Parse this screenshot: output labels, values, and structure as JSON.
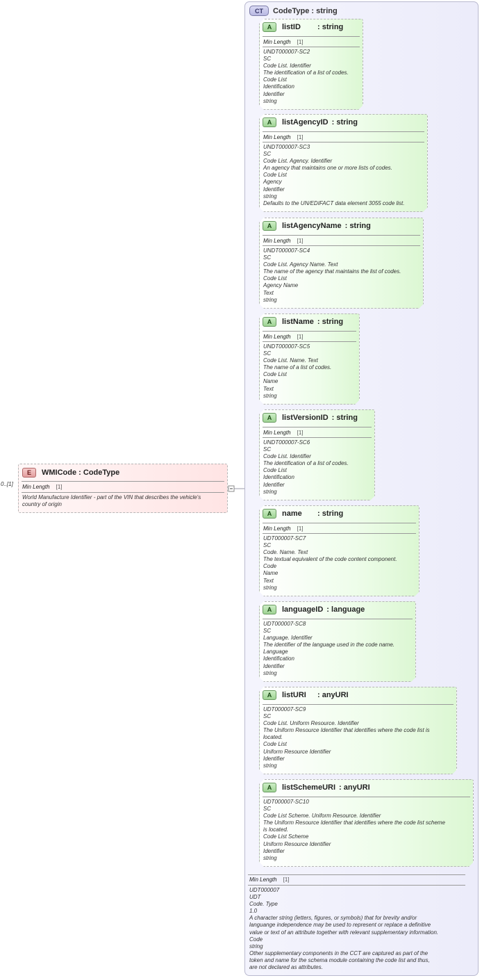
{
  "complex_type": {
    "badge": "CT",
    "title": "CodeType : string",
    "facet_label": "Min Length",
    "facet_value": "[1]",
    "documentation": [
      "UDT000007",
      "UDT",
      "Code. Type",
      "1.0",
      "A character string (letters, figures, or symbols) that for brevity and/or",
      "languange independence may be used to represent or replace a definitive",
      "value or text of an attribute together with relevant supplementary information.",
      "Code",
      "string",
      "Other supplementary components in the CCT are captured as part of the",
      "token and name for the schema module containing the code list and thus,",
      "are not declared as attributes."
    ]
  },
  "element": {
    "badge": "E",
    "title": "WMICode : CodeType",
    "occurrence": "0..[1]",
    "facet_label": "Min Length",
    "facet_value": "[1]",
    "documentation": [
      "World Manufacture Identifier - part of the VIN that describes the vehicle's",
      "country of origin"
    ]
  },
  "attributes": [
    {
      "badge": "A",
      "name": "listID",
      "type": ": string",
      "facet_label": "Min Length",
      "facet_value": "[1]",
      "documentation": [
        "UNDT000007-SC2",
        "SC",
        "Code List. Identifier",
        "The identification of a list of codes.",
        "Code List",
        "Identification",
        "Identifier",
        "string"
      ]
    },
    {
      "badge": "A",
      "name": "listAgencyID",
      "type": ": string",
      "facet_label": "Min Length",
      "facet_value": "[1]",
      "documentation": [
        "UNDT000007-SC3",
        "SC",
        "Code List. Agency. Identifier",
        "An agency that maintains one or more lists of codes.",
        "Code List",
        "Agency",
        "Identifier",
        "string",
        "Defaults to the UN/EDIFACT data element 3055 code list."
      ]
    },
    {
      "badge": "A",
      "name": "listAgencyName",
      "type": ": string",
      "facet_label": "Min Length",
      "facet_value": "[1]",
      "documentation": [
        "UNDT000007-SC4",
        "SC",
        "Code List. Agency Name. Text",
        "The name of the agency that maintains the list of codes.",
        "Code List",
        "Agency Name",
        "Text",
        "string"
      ]
    },
    {
      "badge": "A",
      "name": "listName",
      "type": ": string",
      "facet_label": "Min Length",
      "facet_value": "[1]",
      "documentation": [
        "UNDT000007-SC5",
        "SC",
        "Code List. Name. Text",
        "The name of a list of codes.",
        "Code List",
        "Name",
        "Text",
        "string"
      ]
    },
    {
      "badge": "A",
      "name": "listVersionID",
      "type": ": string",
      "facet_label": "Min Length",
      "facet_value": "[1]",
      "documentation": [
        "UNDT000007-SC6",
        "SC",
        "Code List. Identifier",
        "The identification of a list of codes.",
        "Code List",
        "Identification",
        "Identifier",
        "string"
      ]
    },
    {
      "badge": "A",
      "name": "name",
      "type": ": string",
      "facet_label": "Min Length",
      "facet_value": "[1]",
      "documentation": [
        "UDT000007-SC7",
        "SC",
        "Code. Name. Text",
        "The textual equivalent of the code content component.",
        "Code",
        "Name",
        "Text",
        "string"
      ]
    },
    {
      "badge": "A",
      "name": "languageID",
      "type": ": language",
      "documentation": [
        "UDT000007-SC8",
        "SC",
        "Language. Identifier",
        "The identifier of the language used in the code name.",
        "Language",
        "Identification",
        "Identifier",
        "string"
      ]
    },
    {
      "badge": "A",
      "name": "listURI",
      "type": ": anyURI",
      "documentation": [
        "UDT000007-SC9",
        "SC",
        "Code List. Uniform Resource. Identifier",
        "The Uniform Resource Identifier that identifies where the code list is",
        "located.",
        "Code List",
        "Uniform Resource Identifier",
        "Identifier",
        "string"
      ]
    },
    {
      "badge": "A",
      "name": "listSchemeURI",
      "type": ": anyURI",
      "documentation": [
        "UDT000007-SC10",
        "SC",
        "Code List Scheme. Uniform Resource. Identifier",
        "The Uniform Resource Identifier that identifies where the code list scheme",
        "is located.",
        "Code List Scheme",
        "Uniform Resource Identifier",
        "Identifier",
        "string"
      ]
    }
  ]
}
